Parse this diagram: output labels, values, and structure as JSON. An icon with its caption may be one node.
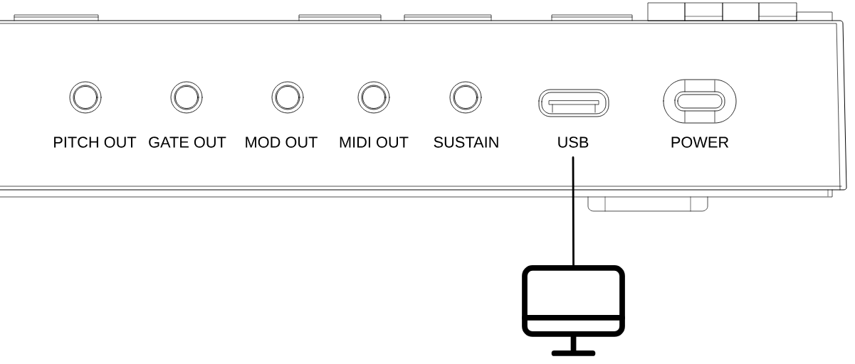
{
  "diagram": {
    "nodes": [
      {
        "text": [
          "PITCH OUT"
        ]
      },
      {
        "text": [
          "GATE OUT"
        ]
      },
      {
        "text": [
          "MOD OUT"
        ]
      },
      {
        "text": [
          "MIDI OUT"
        ]
      },
      {
        "text": [
          "SUSTAIN"
        ]
      },
      {
        "text": [
          "USB"
        ]
      },
      {
        "text": [
          "POWER"
        ]
      },
      {
        "text": [],
        "shape": "picture"
      }
    ],
    "edges": [
      {
        "from": 5,
        "to": 7,
        "arrow": "none"
      }
    ]
  }
}
